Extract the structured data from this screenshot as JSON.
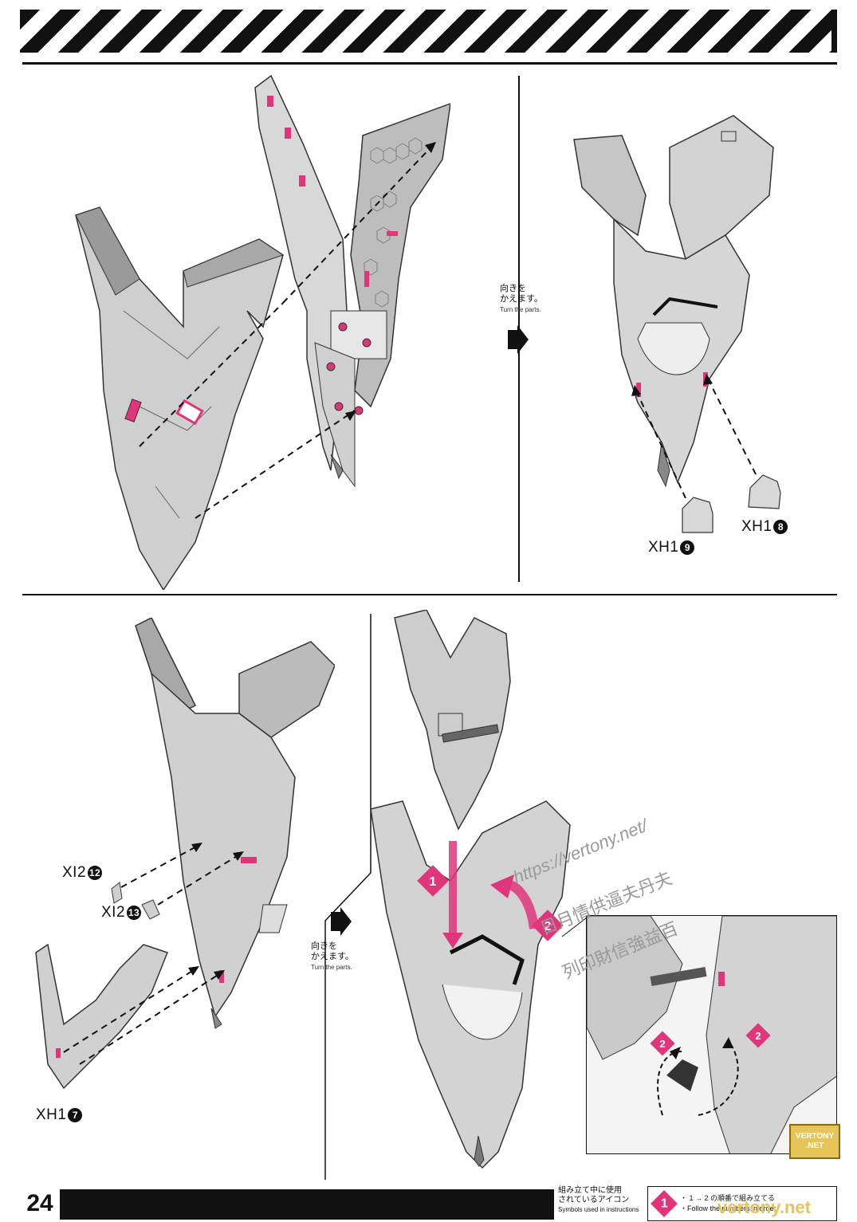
{
  "page": {
    "number": "24"
  },
  "turn_instruction": {
    "jp_line1": "向きを",
    "jp_line2": "かえます。",
    "en": "Turn the parts."
  },
  "parts": {
    "xh1_9": {
      "code": "XH1",
      "num": "9"
    },
    "xh1_8": {
      "code": "XH1",
      "num": "8"
    },
    "xi2_12": {
      "code": "XI2",
      "num": "12"
    },
    "xi2_13": {
      "code": "XI2",
      "num": "13"
    },
    "xh1_7": {
      "code": "XH1",
      "num": "7"
    }
  },
  "steps": {
    "one": "1",
    "two": "2"
  },
  "footer": {
    "symbols_jp_1": "組み立て中に使用",
    "symbols_jp_2": "されているアイコン",
    "symbols_en": "Symbols used in instructions",
    "legend_badge": "1",
    "legend_jp": "・ 1 → 2 の順番で組み立てる",
    "legend_en": "・Follow the numbers in order."
  },
  "watermarks": {
    "badge_1": "VERTONY",
    "badge_2": ".NET",
    "url": "https://vertony.net/",
    "line2": "日月情供逼夫丹夫",
    "line3": "列印財信強益百",
    "bottom": "vertony.net"
  },
  "colors": {
    "accent": "#e0357a",
    "part_fill": "#cfcfcf",
    "part_dark": "#9a9a9a",
    "ink": "#111111"
  }
}
